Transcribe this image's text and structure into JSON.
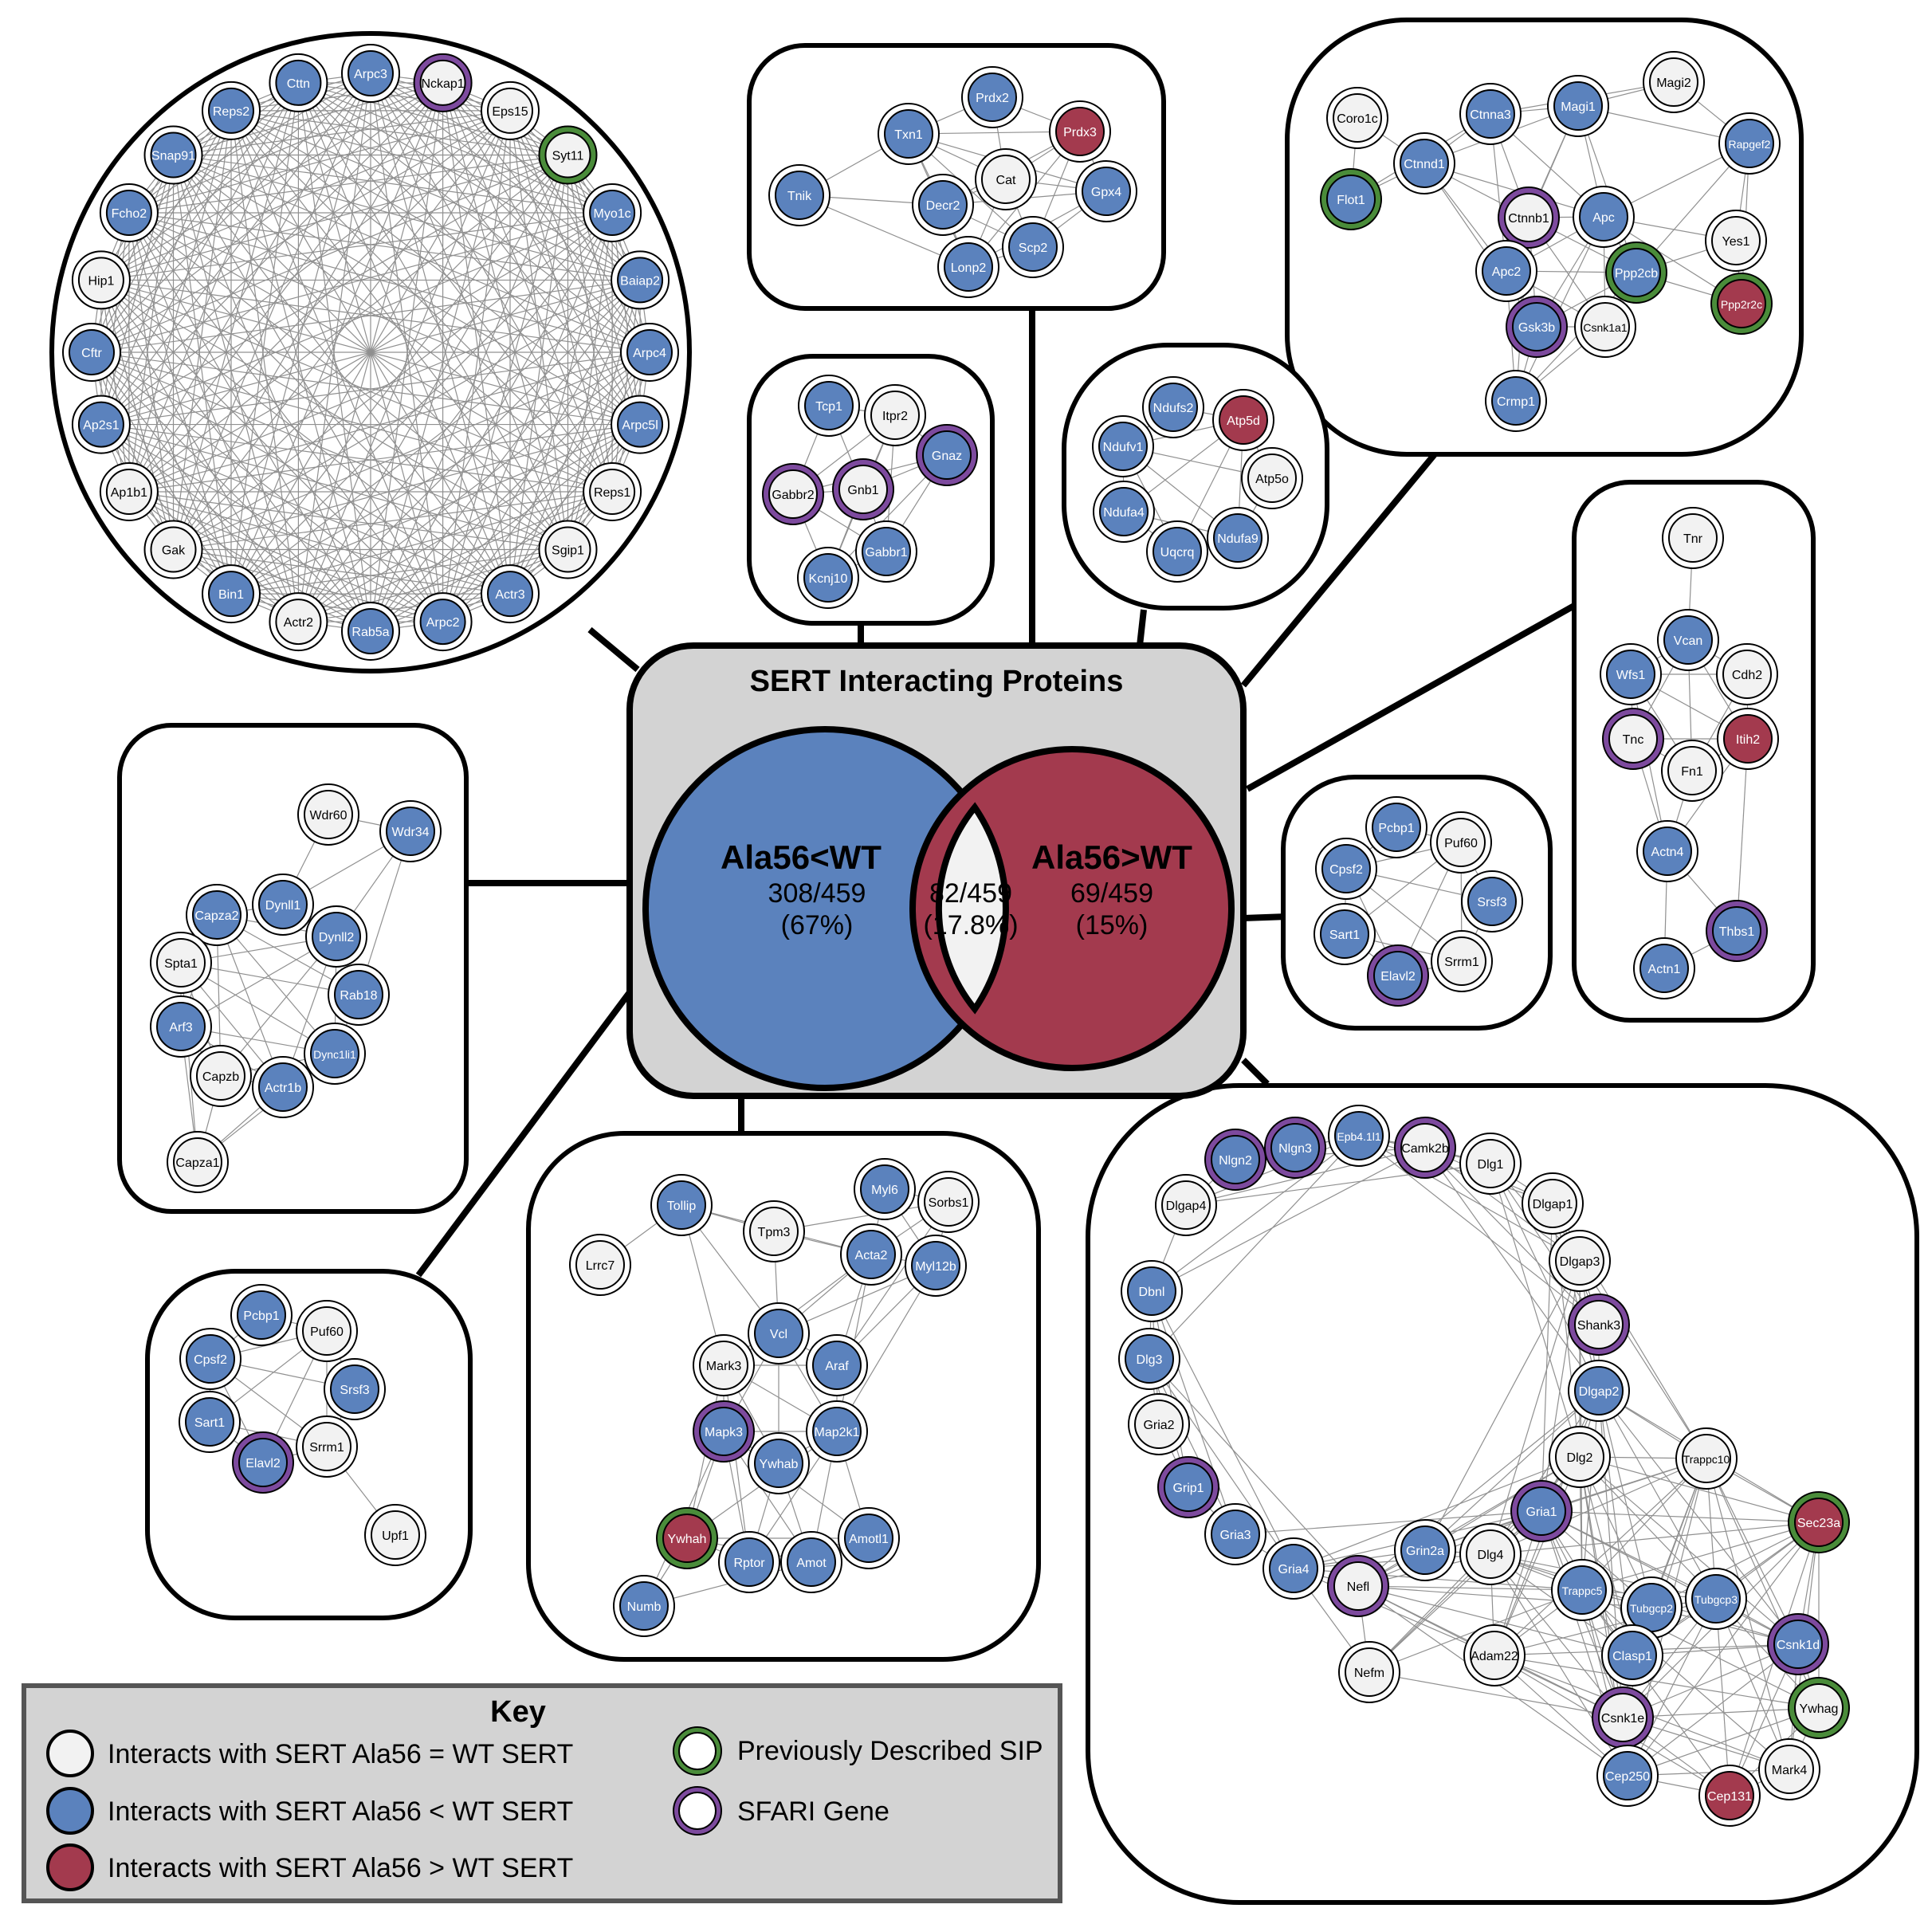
{
  "title": "SERT Interacting Proteins",
  "venn": {
    "left": {
      "label": "Ala56<WT",
      "count": "308/459",
      "pct": "(67%)"
    },
    "center": {
      "count": "82/459",
      "pct": "(17.8%)"
    },
    "right": {
      "label": "Ala56>WT",
      "count": "69/459",
      "pct": "(15%)"
    }
  },
  "colors": {
    "eq": "#f2f2f2",
    "less": "#5b82bd",
    "greater": "#a33a4e",
    "sip_ring": "#4a8c3a",
    "sfari_ring": "#7d4a9e",
    "venn_bg": "#d3d3d3",
    "key_bg": "#d3d3d3"
  },
  "key": {
    "title": "Key",
    "items": [
      "Interacts with SERT Ala56 = WT SERT",
      "Interacts with SERT Ala56 < WT SERT",
      "Interacts with SERT Ala56 > WT SERT",
      "Previously Described SIP",
      "SFARI Gene"
    ]
  },
  "clusters": [
    {
      "id": "endocytosis",
      "layout": "ring",
      "nodes": [
        [
          "Nckap1",
          "eq",
          "sfari"
        ],
        [
          "Eps15",
          "eq",
          ""
        ],
        [
          "Syt11",
          "eq",
          "sip"
        ],
        [
          "Myo1c",
          "less",
          ""
        ],
        [
          "Baiap2",
          "less",
          ""
        ],
        [
          "Arpc4",
          "less",
          ""
        ],
        [
          "Arpc5l",
          "less",
          ""
        ],
        [
          "Reps1",
          "eq",
          ""
        ],
        [
          "Sgip1",
          "eq",
          ""
        ],
        [
          "Actr3",
          "less",
          ""
        ],
        [
          "Arpc2",
          "less",
          ""
        ],
        [
          "Rab5a",
          "less",
          ""
        ],
        [
          "Actr2",
          "eq",
          ""
        ],
        [
          "Bin1",
          "less",
          ""
        ],
        [
          "Gak",
          "eq",
          ""
        ],
        [
          "Ap1b1",
          "eq",
          ""
        ],
        [
          "Ap2s1",
          "less",
          ""
        ],
        [
          "Cftr",
          "less",
          ""
        ],
        [
          "Hip1",
          "eq",
          ""
        ],
        [
          "Fcho2",
          "less",
          ""
        ],
        [
          "Snap91",
          "less",
          ""
        ],
        [
          "Reps2",
          "less",
          ""
        ],
        [
          "Cttn",
          "less",
          ""
        ],
        [
          "Arpc3",
          "less",
          ""
        ]
      ]
    },
    {
      "id": "redox",
      "nodes": [
        [
          "Prdx2",
          "less",
          ""
        ],
        [
          "Prdx3",
          "greater",
          ""
        ],
        [
          "Txn1",
          "less",
          ""
        ],
        [
          "Cat",
          "eq",
          ""
        ],
        [
          "Gpx4",
          "less",
          ""
        ],
        [
          "Tnik",
          "less",
          ""
        ],
        [
          "Decr2",
          "less",
          ""
        ],
        [
          "Scp2",
          "less",
          ""
        ],
        [
          "Lonp2",
          "less",
          ""
        ]
      ]
    },
    {
      "id": "wnt",
      "nodes": [
        [
          "Coro1c",
          "eq",
          ""
        ],
        [
          "Ctnna3",
          "less",
          ""
        ],
        [
          "Magi1",
          "less",
          ""
        ],
        [
          "Magi2",
          "eq",
          ""
        ],
        [
          "Rapgef2",
          "less",
          ""
        ],
        [
          "Ctnnd1",
          "less",
          ""
        ],
        [
          "Flot1",
          "less",
          "sip"
        ],
        [
          "Ctnnb1",
          "eq",
          "sfari"
        ],
        [
          "Apc",
          "less",
          ""
        ],
        [
          "Yes1",
          "eq",
          ""
        ],
        [
          "Apc2",
          "less",
          ""
        ],
        [
          "Ppp2cb",
          "less",
          "sip"
        ],
        [
          "Ppp2r2c",
          "greater",
          "sip"
        ],
        [
          "Gsk3b",
          "less",
          "sfari"
        ],
        [
          "Csnk1a1",
          "eq",
          ""
        ],
        [
          "Crmp1",
          "less",
          ""
        ]
      ]
    },
    {
      "id": "gprotein",
      "nodes": [
        [
          "Tcp1",
          "less",
          ""
        ],
        [
          "Itpr2",
          "eq",
          ""
        ],
        [
          "Gnaz",
          "less",
          "sfari"
        ],
        [
          "Gabbr2",
          "eq",
          "sfari"
        ],
        [
          "Gnb1",
          "eq",
          "sfari"
        ],
        [
          "Gabbr1",
          "less",
          ""
        ],
        [
          "Kcnj10",
          "less",
          ""
        ]
      ]
    },
    {
      "id": "mito",
      "nodes": [
        [
          "Ndufs2",
          "less",
          ""
        ],
        [
          "Atp5d",
          "greater",
          ""
        ],
        [
          "Ndufv1",
          "less",
          ""
        ],
        [
          "Atp5o",
          "eq",
          ""
        ],
        [
          "Ndufa4",
          "less",
          ""
        ],
        [
          "Ndufa9",
          "less",
          ""
        ],
        [
          "Uqcrq",
          "less",
          ""
        ]
      ]
    },
    {
      "id": "ecm",
      "nodes": [
        [
          "Tnr",
          "eq",
          ""
        ],
        [
          "Vcan",
          "less",
          ""
        ],
        [
          "Wfs1",
          "less",
          ""
        ],
        [
          "Cdh2",
          "eq",
          ""
        ],
        [
          "Tnc",
          "eq",
          "sfari"
        ],
        [
          "Itih2",
          "greater",
          ""
        ],
        [
          "Fn1",
          "eq",
          ""
        ],
        [
          "Actn4",
          "less",
          ""
        ],
        [
          "Thbs1",
          "less",
          "sfari"
        ],
        [
          "Actn1",
          "less",
          ""
        ]
      ]
    },
    {
      "id": "rna_small",
      "nodes": [
        [
          "Pcbp1",
          "less",
          ""
        ],
        [
          "Puf60",
          "eq",
          ""
        ],
        [
          "Cpsf2",
          "less",
          ""
        ],
        [
          "Srsf3",
          "less",
          ""
        ],
        [
          "Sart1",
          "less",
          ""
        ],
        [
          "Srrm1",
          "eq",
          ""
        ],
        [
          "Elavl2",
          "less",
          "sfari"
        ]
      ]
    },
    {
      "id": "dynein",
      "nodes": [
        [
          "Wdr60",
          "eq",
          ""
        ],
        [
          "Wdr34",
          "less",
          ""
        ],
        [
          "Capza2",
          "less",
          ""
        ],
        [
          "Dynll1",
          "less",
          ""
        ],
        [
          "Dynll2",
          "less",
          ""
        ],
        [
          "Spta1",
          "eq",
          ""
        ],
        [
          "Rab18",
          "less",
          ""
        ],
        [
          "Arf3",
          "less",
          ""
        ],
        [
          "Dync1li1",
          "less",
          ""
        ],
        [
          "Capzb",
          "eq",
          ""
        ],
        [
          "Actr1b",
          "less",
          ""
        ],
        [
          "Capza1",
          "eq",
          ""
        ]
      ]
    },
    {
      "id": "rna_large",
      "nodes": [
        [
          "Pcbp1",
          "less",
          ""
        ],
        [
          "Puf60",
          "eq",
          ""
        ],
        [
          "Cpsf2",
          "less",
          ""
        ],
        [
          "Srsf3",
          "less",
          ""
        ],
        [
          "Sart1",
          "less",
          ""
        ],
        [
          "Srrm1",
          "eq",
          ""
        ],
        [
          "Elavl2",
          "less",
          "sfari"
        ],
        [
          "Upf1",
          "eq",
          ""
        ]
      ]
    },
    {
      "id": "kinase",
      "nodes": [
        [
          "Myl6",
          "less",
          ""
        ],
        [
          "Sorbs1",
          "eq",
          ""
        ],
        [
          "Tollip",
          "less",
          ""
        ],
        [
          "Tpm3",
          "eq",
          ""
        ],
        [
          "Acta2",
          "less",
          ""
        ],
        [
          "Myl12b",
          "less",
          ""
        ],
        [
          "Lrrc7",
          "eq",
          ""
        ],
        [
          "Vcl",
          "less",
          ""
        ],
        [
          "Mark3",
          "eq",
          ""
        ],
        [
          "Araf",
          "less",
          ""
        ],
        [
          "Mapk3",
          "less",
          "sfari"
        ],
        [
          "Map2k1",
          "less",
          ""
        ],
        [
          "Ywhab",
          "less",
          ""
        ],
        [
          "Ywhah",
          "greater",
          "sip"
        ],
        [
          "Amotl1",
          "less",
          ""
        ],
        [
          "Rptor",
          "less",
          ""
        ],
        [
          "Amot",
          "less",
          ""
        ],
        [
          "Numb",
          "less",
          ""
        ]
      ]
    },
    {
      "id": "synapse",
      "nodes": [
        [
          "Nlgn3",
          "less",
          "sfari"
        ],
        [
          "Epb4.1l1",
          "less",
          ""
        ],
        [
          "Camk2b",
          "eq",
          "sfari"
        ],
        [
          "Nlgn2",
          "less",
          "sfari"
        ],
        [
          "Dlg1",
          "eq",
          ""
        ],
        [
          "Dlgap1",
          "eq",
          ""
        ],
        [
          "Dlgap4",
          "eq",
          ""
        ],
        [
          "Dlgap3",
          "eq",
          ""
        ],
        [
          "Dbnl",
          "less",
          ""
        ],
        [
          "Shank3",
          "eq",
          "sfari"
        ],
        [
          "Dlg3",
          "less",
          ""
        ],
        [
          "Dlgap2",
          "less",
          ""
        ],
        [
          "Gria2",
          "eq",
          ""
        ],
        [
          "Dlg2",
          "eq",
          ""
        ],
        [
          "Trappc10",
          "eq",
          ""
        ],
        [
          "Grip1",
          "less",
          "sfari"
        ],
        [
          "Gria1",
          "less",
          "sfari"
        ],
        [
          "Sec23a",
          "greater",
          "sip"
        ],
        [
          "Gria3",
          "less",
          ""
        ],
        [
          "Gria4",
          "less",
          ""
        ],
        [
          "Nefl",
          "eq",
          "sfari"
        ],
        [
          "Grin2a",
          "less",
          ""
        ],
        [
          "Dlg4",
          "eq",
          ""
        ],
        [
          "Trappc5",
          "less",
          ""
        ],
        [
          "Tubgcp2",
          "less",
          ""
        ],
        [
          "Tubgcp3",
          "less",
          ""
        ],
        [
          "Csnk1d",
          "less",
          "sfari"
        ],
        [
          "Clasp1",
          "less",
          ""
        ],
        [
          "Ywhag",
          "eq",
          "sip"
        ],
        [
          "Csnk1e",
          "eq",
          "sfari"
        ],
        [
          "Nefm",
          "eq",
          ""
        ],
        [
          "Adam22",
          "eq",
          ""
        ],
        [
          "Cep250",
          "less",
          ""
        ],
        [
          "Mark4",
          "eq",
          ""
        ],
        [
          "Cep131",
          "greater",
          ""
        ]
      ]
    }
  ]
}
